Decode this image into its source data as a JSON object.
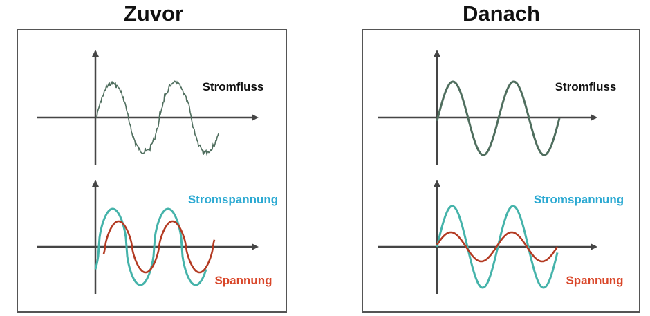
{
  "panels": [
    {
      "title": "Zuvor",
      "top_label": "Stromfluss",
      "bottom_label_1": "Stromspannung",
      "bottom_label_2": "Spannung"
    },
    {
      "title": "Danach",
      "top_label": "Stromfluss",
      "bottom_label_1": "Stromspannung",
      "bottom_label_2": "Spannung"
    }
  ],
  "colors": {
    "axis": "#454545",
    "current_wave": "#4f6e5e",
    "voltage_wave_teal": "#45b3aa",
    "voltage_wave_red": "#b33a22",
    "label_black": "#111111",
    "label_teal": "#2ba9d2",
    "label_red": "#d9472a",
    "frame": "#555555"
  }
}
